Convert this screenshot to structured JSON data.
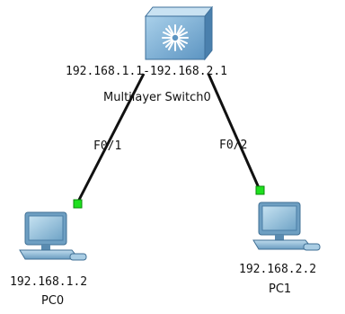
{
  "nodes": {
    "switch": {
      "ip_label": "192.168.1.1-192.168.2.1",
      "name": "Multilayer Switch0",
      "icon": "multilayer-switch-icon"
    },
    "pc0": {
      "ip": "192.168.1.2",
      "name": "PC0",
      "icon": "pc-icon"
    },
    "pc1": {
      "ip": "192.168.2.2",
      "name": "PC1",
      "icon": "pc-icon"
    }
  },
  "links": [
    {
      "from": "switch",
      "to": "pc0",
      "port_label": "F0/1",
      "status_color": "#1ee01e"
    },
    {
      "from": "switch",
      "to": "pc1",
      "port_label": "F0/2",
      "status_color": "#1ee01e"
    }
  ],
  "colors": {
    "cable": "#111111",
    "switch_face": "#7fb4d8",
    "switch_top": "#b7d8ee",
    "switch_side": "#4e86b4",
    "pc_screen": "#9ec7de",
    "pc_body": "#7aa8c8"
  }
}
